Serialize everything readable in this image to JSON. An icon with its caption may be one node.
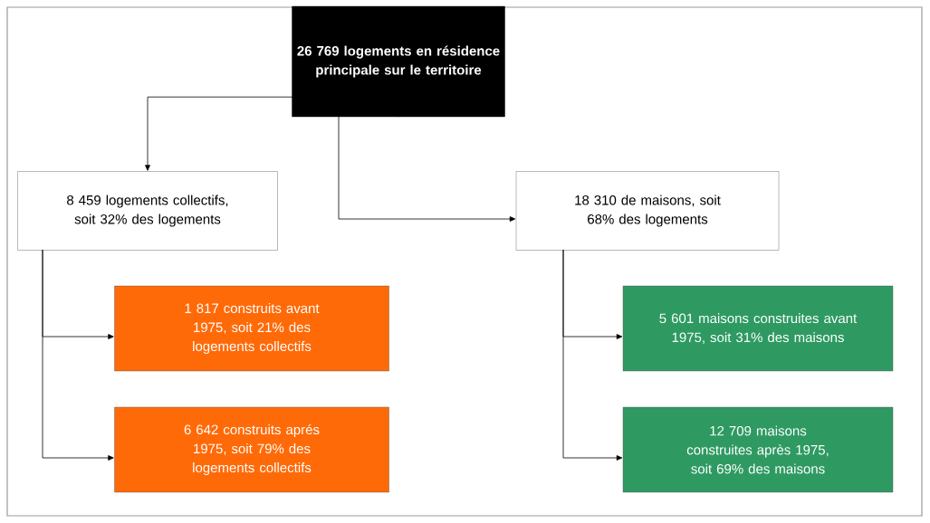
{
  "diagram": {
    "nodes": [
      {
        "text": [
          "26 769 logements en résidence principale sur le territoire"
        ]
      },
      {
        "text": [
          "8 459 logements collectifs, soit 32% des logements"
        ]
      },
      {
        "text": [
          "18 310 de maisons, soit 68% des logements"
        ]
      },
      {
        "text": [
          "1 817 construits avant 1975, soit 21% des logements collectifs"
        ]
      },
      {
        "text": [
          "6 642 construits aprés 1975, soit 79% des logements collectifs"
        ]
      },
      {
        "text": [
          "5 601 maisons construites avant 1975, soit 31% des maisons"
        ]
      },
      {
        "text": [
          "12 709 maisons construites après 1975, soit 69% des maisons"
        ]
      }
    ],
    "edges": [
      {
        "from": 0,
        "to": 1,
        "arrow": "to"
      },
      {
        "from": 0,
        "to": 2,
        "arrow": "to"
      },
      {
        "from": 1,
        "to": 3,
        "arrow": "to"
      },
      {
        "from": 1,
        "to": 4,
        "arrow": "to"
      },
      {
        "from": 2,
        "to": 5,
        "arrow": "to"
      },
      {
        "from": 2,
        "to": 6,
        "arrow": "to"
      }
    ]
  }
}
